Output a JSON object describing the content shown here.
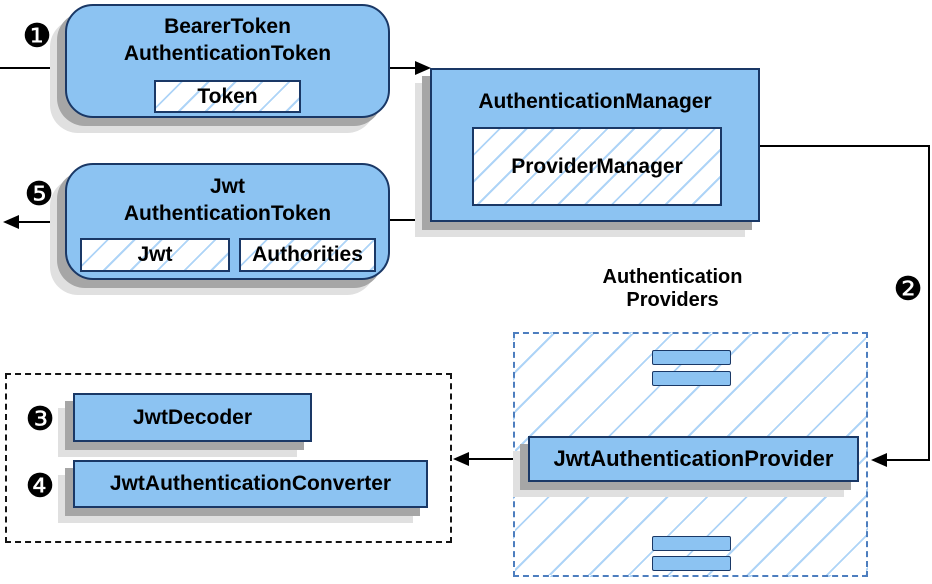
{
  "colors": {
    "node_fill": "#8cc3f2",
    "node_border": "#1a3866",
    "hatch_line": "#aed4f7",
    "dashed_blue": "#4d7ebf",
    "dashed_black": "#141414",
    "shadow_dark": "#a6a6a6",
    "shadow_light": "#e0e0e0",
    "arrow": "#000000",
    "text": "#000000"
  },
  "badges": {
    "step1": "❶",
    "step2": "❷",
    "step3": "❸",
    "step4": "❹",
    "step5": "❺"
  },
  "boxes": {
    "bearer_token": {
      "title_line1": "BearerToken",
      "title_line2": "AuthenticationToken",
      "field": "Token"
    },
    "authentication_manager": {
      "title": "AuthenticationManager",
      "field": "ProviderManager"
    },
    "jwt_authentication_token": {
      "title_line1": "Jwt",
      "title_line2": "AuthenticationToken",
      "field_left": "Jwt",
      "field_right": "Authorities"
    },
    "jwt_authentication_provider": {
      "title": "JwtAuthenticationProvider"
    },
    "jwt_decoder": {
      "title": "JwtDecoder"
    },
    "jwt_authentication_converter": {
      "title": "JwtAuthenticationConverter"
    }
  },
  "labels": {
    "providers_group_line1": "Authentication",
    "providers_group_line2": "Providers"
  }
}
